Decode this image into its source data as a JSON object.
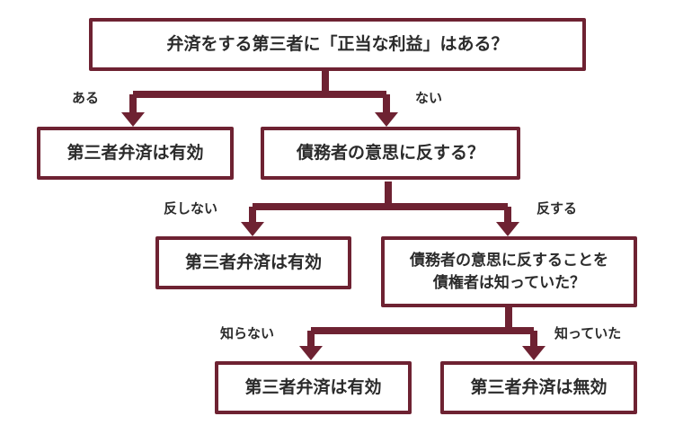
{
  "nodes": {
    "q1": "弁済をする第三者に「正当な利益」はある？",
    "r1": "第三者弁済は有効",
    "q2": "債務者の意思に反する？",
    "r2": "第三者弁済は有効",
    "q3_line1": "債務者の意思に反することを",
    "q3_line2": "債権者は知っていた？",
    "r3": "第三者弁済は有効",
    "r4": "第三者弁済は無効"
  },
  "edge_labels": {
    "q1_yes": "ある",
    "q1_no": "ない",
    "q2_no": "反しない",
    "q2_yes": "反する",
    "q3_no": "知らない",
    "q3_yes": "知っていた"
  },
  "colors": {
    "border": "#6e2232",
    "arrow": "#6e2232",
    "text": "#2b2b2b"
  }
}
